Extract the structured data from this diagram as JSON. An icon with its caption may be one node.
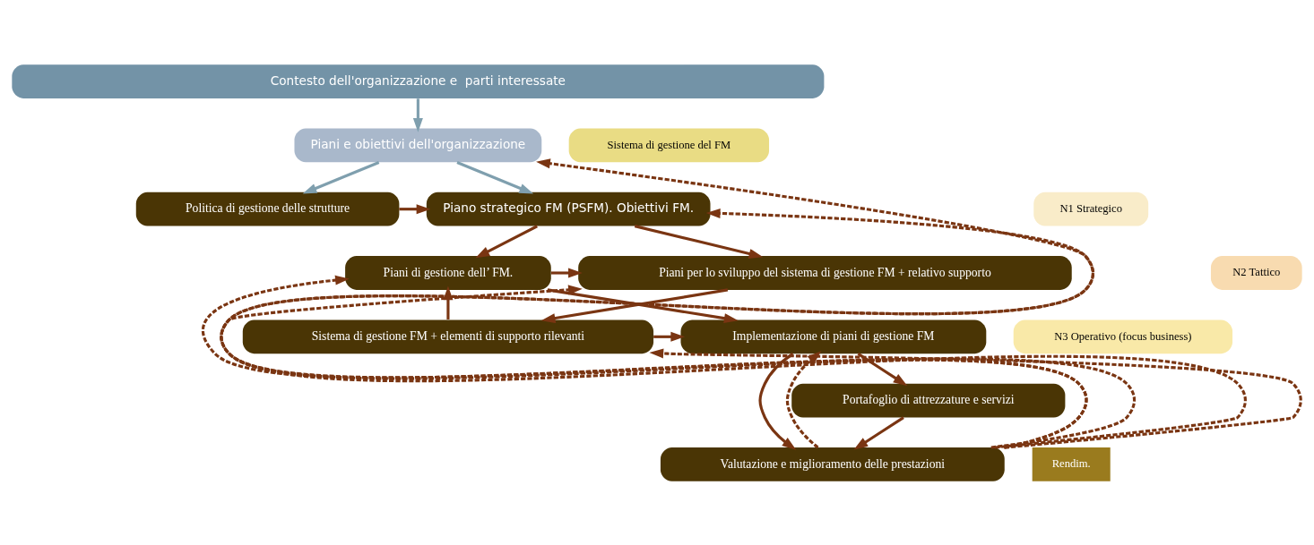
{
  "diagram": {
    "nodes": [
      {
        "text": [
          "Contesto dell'organizzazione e  parti interessate"
        ]
      },
      {
        "text": [
          "Piani e obiettivi dell'organizzazione"
        ]
      },
      {
        "text": [
          "Politica di gestione delle strutture"
        ]
      },
      {
        "text": [
          "Piano strategico FM (PSFM). Obiettivi FM."
        ]
      },
      {
        "text": [
          "Piani di gestione dell’ FM."
        ]
      },
      {
        "text": [
          "Piani per lo sviluppo del sistema di gestione FM + relativo supporto"
        ]
      },
      {
        "text": [
          "Implementazione di piani di gestione FM"
        ]
      },
      {
        "text": [
          "Sistema di gestione FM + elementi di supporto rilevanti"
        ]
      },
      {
        "text": [
          "Portafoglio di attrezzature e servizi"
        ]
      },
      {
        "text": [
          "Valutazione e miglioramento delle prestazioni"
        ]
      },
      {
        "text": [
          "Sistema di gestione del FM"
        ]
      },
      {
        "text": [
          "N1 Strategico"
        ]
      },
      {
        "text": [
          "N2 Tattico"
        ]
      },
      {
        "text": [
          "N3 Operativo (focus business)"
        ]
      },
      {
        "text": [
          "Rendim."
        ]
      }
    ],
    "edges": [
      {
        "from": 0,
        "to": 1,
        "arrow": "to",
        "color": "#7f9fae"
      },
      {
        "from": 1,
        "to": 2,
        "arrow": "to",
        "color": "#7f9fae"
      },
      {
        "from": 1,
        "to": 3,
        "arrow": "to",
        "color": "#7f9fae"
      },
      {
        "from": 2,
        "to": 3,
        "arrow": "to"
      },
      {
        "from": 3,
        "to": 4,
        "arrow": "to"
      },
      {
        "from": 3,
        "to": 5,
        "arrow": "to"
      },
      {
        "from": 4,
        "to": 5,
        "arrow": "to"
      },
      {
        "from": 4,
        "to": 6,
        "arrow": "to"
      },
      {
        "from": 5,
        "to": 7,
        "arrow": "to"
      },
      {
        "from": 7,
        "to": 4,
        "arrow": "to"
      },
      {
        "from": 7,
        "to": 6,
        "arrow": "to"
      },
      {
        "from": 6,
        "to": 8,
        "arrow": "to"
      },
      {
        "from": 6,
        "to": 9,
        "arrow": "to"
      },
      {
        "from": 8,
        "to": 9,
        "arrow": "to"
      },
      {
        "from": 9,
        "to": 1,
        "arrow": "to",
        "style": "dashed"
      },
      {
        "from": 9,
        "to": 3,
        "arrow": "to",
        "style": "dashed"
      },
      {
        "from": 9,
        "to": 4,
        "arrow": "to",
        "style": "dashed"
      },
      {
        "from": 9,
        "to": 6,
        "arrow": "to",
        "style": "dashed"
      },
      {
        "from": 9,
        "to": 5,
        "arrow": "to",
        "style": "dashed"
      },
      {
        "from": 9,
        "to": 7,
        "arrow": "to",
        "style": "dashed"
      }
    ]
  }
}
